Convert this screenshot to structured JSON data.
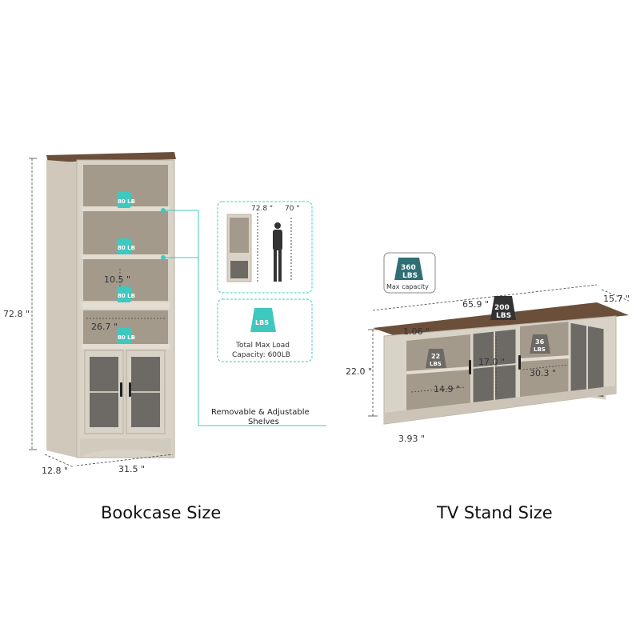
{
  "bookcase": {
    "caption": "Bookcase Size",
    "height": "72.8 \"",
    "width": "31.5 \"",
    "depth": "12.8 \"",
    "shelf_gap": "10.5 \"",
    "inner_width": "26.7 \"",
    "shelf_load": [
      "80 LB",
      "80 LB",
      "80 LB",
      "80 LB"
    ],
    "scale": {
      "height": "72.8 \"",
      "person": "70 \""
    },
    "total_load": {
      "icon": "LBS",
      "line1": "Total Max Load",
      "line2": "Capacity: 600LB"
    },
    "shelves_note": {
      "line1": "Removable & Adjustable",
      "line2": "Shelves"
    }
  },
  "tv_stand": {
    "caption": "TV Stand Size",
    "max_capacity": {
      "value": "360",
      "unit": "LBS",
      "label": "Max capacity"
    },
    "top_load": {
      "value": "200",
      "unit": "LBS"
    },
    "width": "65.9 \"",
    "depth": "15.7 \"",
    "height": "22.0 \"",
    "top_thickness": "1.06 \"",
    "base_height": "3.93 \"",
    "inner_height": "17.0 \"",
    "inner_width": "30.3 \"",
    "side_shelf_width": "14.9 \"",
    "shelf_load_left": {
      "value": "22",
      "unit": "LBS"
    },
    "shelf_load_right": {
      "value": "36",
      "unit": "LBS"
    }
  },
  "colors": {
    "accent": "#3fc8c0",
    "badge": "#2f6f74",
    "wood_light": "#d8d2c6",
    "wood_top": "#6b4f3a"
  }
}
